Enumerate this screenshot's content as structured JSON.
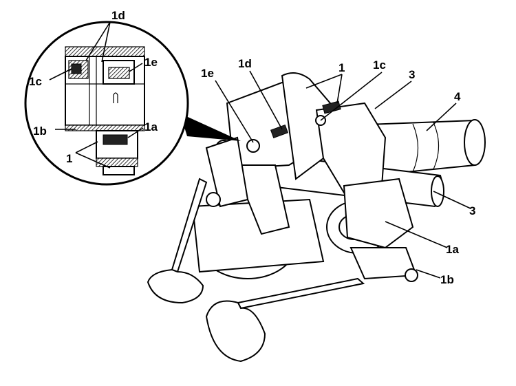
{
  "labels": {
    "inset_1d": "1d",
    "inset_1c": "1c",
    "inset_1e": "1e",
    "inset_1b": "1b",
    "inset_1a": "1a",
    "inset_1": "1",
    "main_1e": "1e",
    "main_1d": "1d",
    "main_1": "1",
    "main_1c": "1c",
    "main_3_top": "3",
    "main_4": "4",
    "main_3_right": "3",
    "main_1a": "1a",
    "main_1b": "1b"
  },
  "colors": {
    "ink": "#000000",
    "paper": "#ffffff"
  }
}
